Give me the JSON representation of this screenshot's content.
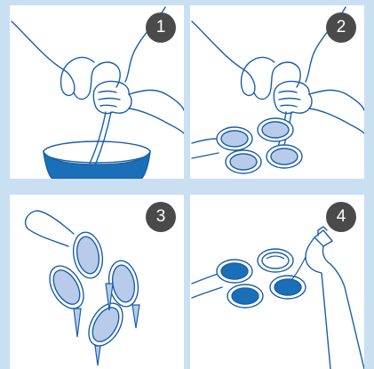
{
  "colors": {
    "background": "#c9dff2",
    "panel": "#ffffff",
    "stroke": "#1a5fa6",
    "dark_fill": "#1b6fb9",
    "light_fill": "#b8cbea",
    "badge": "#4a4a4a"
  },
  "steps": [
    {
      "number": "1"
    },
    {
      "number": "2"
    },
    {
      "number": "3"
    },
    {
      "number": "4"
    }
  ]
}
